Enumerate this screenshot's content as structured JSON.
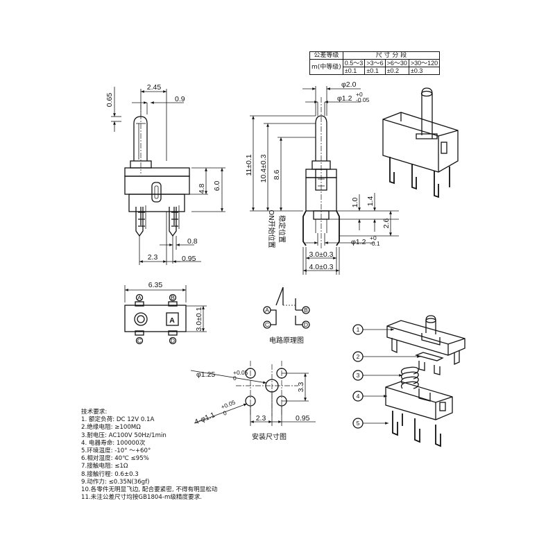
{
  "tolerance_table": {
    "grade_label": "公差等级",
    "grade_value": "m(中等级)",
    "size_header": "尺 寸 分 段",
    "ranges": [
      "0.5～3",
      ">3～6",
      ">6～30",
      ">30～120"
    ],
    "tolerances": [
      "±0.1",
      "±0.1",
      "±0.2",
      "±0.3"
    ]
  },
  "front_view": {
    "dims": [
      "0.65",
      "2.45",
      "0.9",
      "4.8",
      "6.0",
      "0.8",
      "2.3",
      "0.95"
    ]
  },
  "side_view": {
    "dims": [
      "φ2.0",
      "φ1.2",
      "+0",
      "-0.05",
      "11±0.1",
      "10.4±0.3",
      "8.6",
      "1.0",
      "1.4",
      "2.6",
      "φ1.2",
      "+0",
      "-0.1",
      "3.0±0.3",
      "4.0±0.3"
    ],
    "labels": [
      "ON开始位置",
      "稳定位置"
    ]
  },
  "bottom_view": {
    "dims": [
      "6.35",
      "3.0±0.1"
    ],
    "pins": [
      "A",
      "B",
      "C",
      "D"
    ],
    "mark": "A"
  },
  "circuit": {
    "title": "电路原理图",
    "nodes": [
      "A",
      "B",
      "C",
      "D"
    ]
  },
  "mounting": {
    "title": "安装尺寸图",
    "dims": [
      "φ1.25",
      "+0.05",
      "0",
      "4-φ1.1",
      "+0.05",
      "0",
      "3.3",
      "2.3",
      "0.95"
    ]
  },
  "exploded": {
    "callouts": [
      "1",
      "2",
      "3",
      "4",
      "5"
    ]
  },
  "requirements": {
    "title": "技术要求:",
    "items": [
      "1. 额定负荷: DC 12V  0.1A",
      "2.绝缘电阻: ≥100MΩ",
      "3.耐电压: AC100V 50Hz/1min",
      "4. 电器寿命: 100000次",
      "5.环境温度: -10° ～+60°",
      "6.相对湿度: 40℃  ≤95%",
      "7.接触电阻: ≤1Ω",
      "8.接触行程: 0.6±0.3",
      "9.动作力: ≤0.35N(36gf)",
      "10.各零件无明显飞边, 配合要紧密, 不得有明显松动",
      "11.未注公差尺寸均按GB1804-m级精度要求."
    ]
  }
}
